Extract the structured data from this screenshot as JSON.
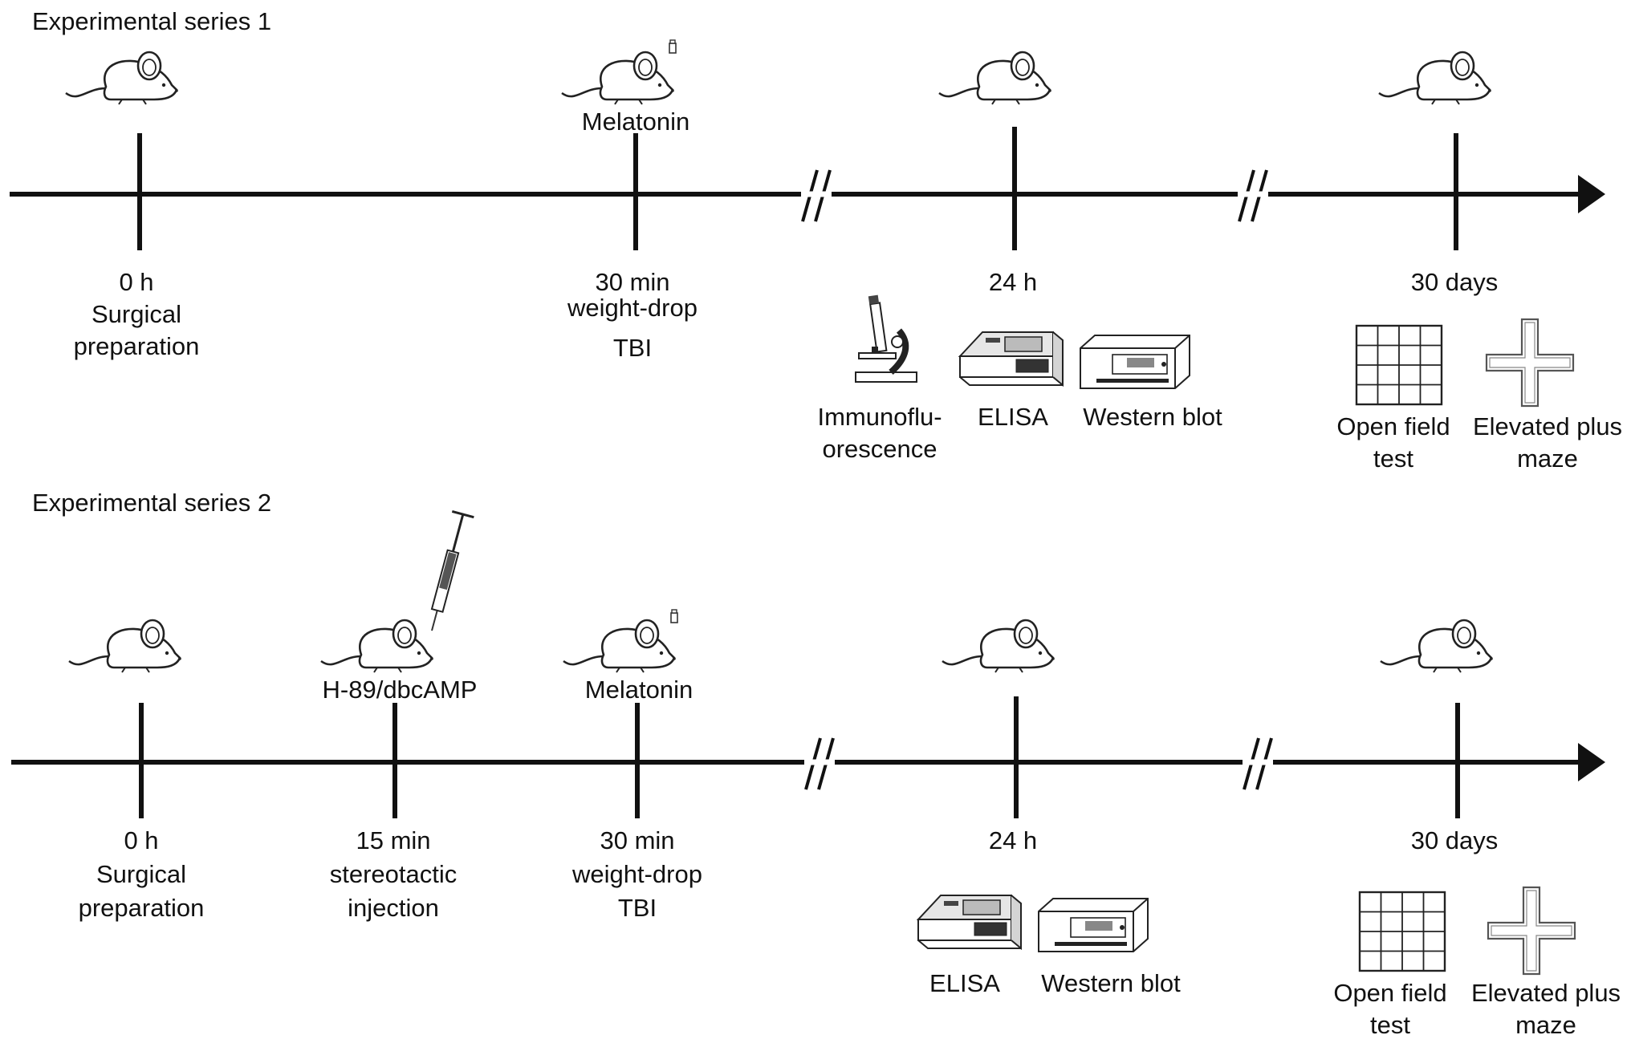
{
  "series1": {
    "title": "Experimental series 1",
    "melatonin_label": "Melatonin",
    "timepoints": [
      {
        "time": "0 h",
        "lines": [
          "Surgical",
          "preparation"
        ]
      },
      {
        "time": "30 min",
        "lines": [
          "weight-drop",
          "TBI"
        ]
      },
      {
        "time": "24 h",
        "lines": []
      },
      {
        "time": "30 days",
        "lines": []
      }
    ],
    "assays_24h": [
      {
        "icon": "microscope-icon",
        "lines": [
          "Immunoflu-",
          "orescence"
        ]
      },
      {
        "icon": "plate-reader-icon",
        "lines": [
          "ELISA"
        ]
      },
      {
        "icon": "western-blot-device-icon",
        "lines": [
          "Western blot"
        ]
      }
    ],
    "tests_30d": [
      {
        "icon": "open-field-grid-icon",
        "lines": [
          "Open field",
          "test"
        ]
      },
      {
        "icon": "elevated-plus-maze-icon",
        "lines": [
          "Elevated plus",
          "maze"
        ]
      }
    ]
  },
  "series2": {
    "title": "Experimental series 2",
    "injection_label": "H-89/dbcAMP",
    "melatonin_label": "Melatonin",
    "timepoints": [
      {
        "time": "0 h",
        "lines": [
          "Surgical",
          "preparation"
        ]
      },
      {
        "time": "15 min",
        "lines": [
          "stereotactic",
          "injection"
        ]
      },
      {
        "time": "30 min",
        "lines": [
          "weight-drop",
          "TBI"
        ]
      },
      {
        "time": "24 h",
        "lines": []
      },
      {
        "time": "30 days",
        "lines": []
      }
    ],
    "assays_24h": [
      {
        "icon": "plate-reader-icon",
        "lines": [
          "ELISA"
        ]
      },
      {
        "icon": "western-blot-device-icon",
        "lines": [
          "Western blot"
        ]
      }
    ],
    "tests_30d": [
      {
        "icon": "open-field-grid-icon",
        "lines": [
          "Open field",
          "test"
        ]
      },
      {
        "icon": "elevated-plus-maze-icon",
        "lines": [
          "Elevated plus",
          "maze"
        ]
      }
    ]
  }
}
